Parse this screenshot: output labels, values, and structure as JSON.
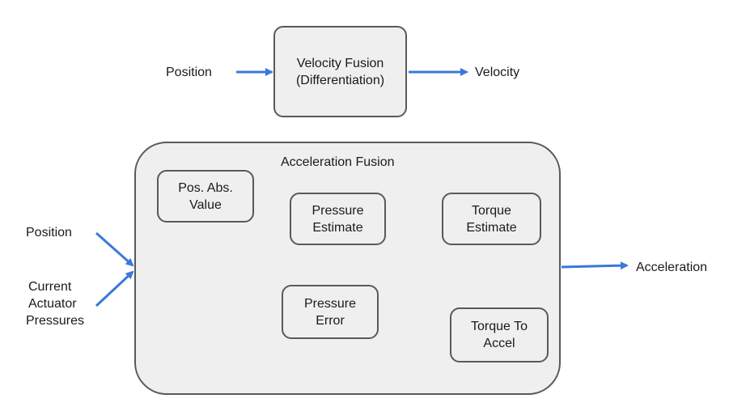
{
  "top": {
    "input_label": "Position",
    "node_line1": "Velocity Fusion",
    "node_line2": "(Differentiation)",
    "output_label": "Velocity"
  },
  "accel": {
    "group_title": "Acceleration Fusion",
    "inputs": [
      "Position",
      "Current",
      "Actuator",
      "Pressures"
    ],
    "output_label": "Acceleration",
    "nodes": {
      "pos_abs": [
        "Pos. Abs.",
        "Value"
      ],
      "pressure_estimate": [
        "Pressure",
        "Estimate"
      ],
      "torque_estimate": [
        "Torque",
        "Estimate"
      ],
      "pressure_error": [
        "Pressure",
        "Error"
      ],
      "torque_to_accel": [
        "Torque To",
        "Accel"
      ]
    }
  },
  "colors": {
    "solid_arrow": "#3a78d8",
    "dashed_arrow": "#f6b26b",
    "node_fill": "#efefef",
    "node_border": "#595959"
  }
}
